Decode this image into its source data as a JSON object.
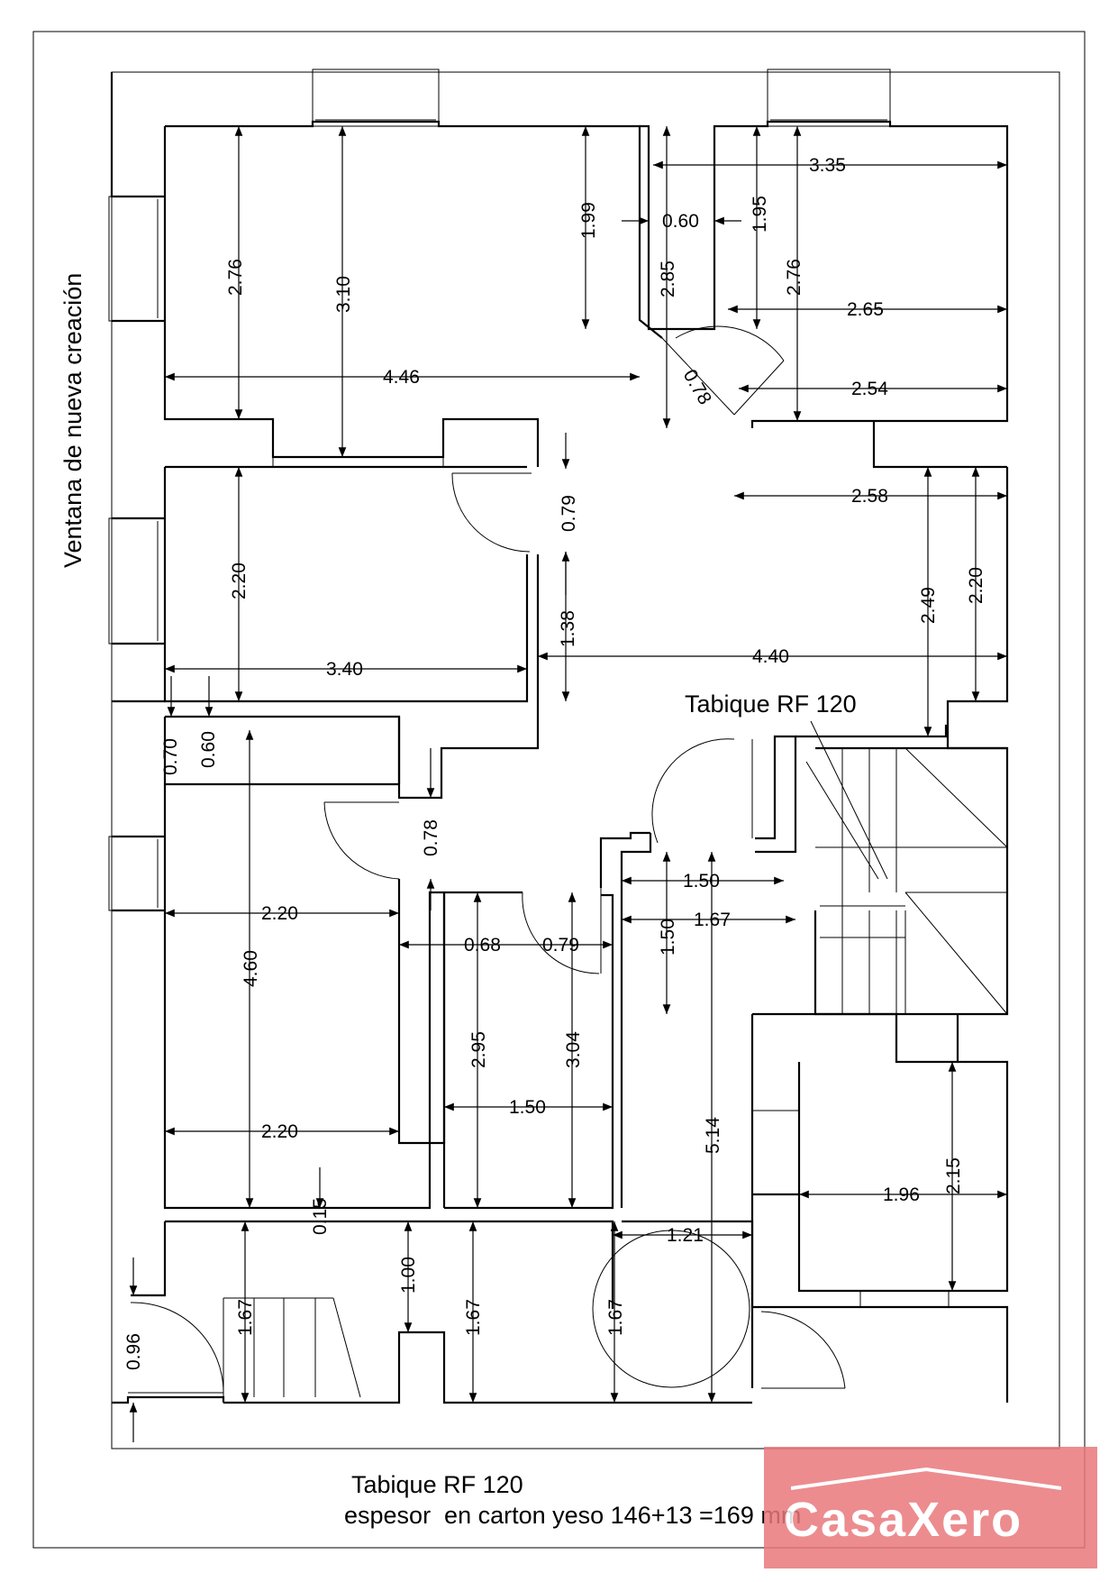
{
  "side_label": "Ventana de nueva creación",
  "partition_label": "Tabique RF 120",
  "note": {
    "line1": "Tabique RF 120",
    "line2": "espesor  en carton yeso 146+13 =169 mm"
  },
  "logo": {
    "text": "CasaXero",
    "color": "#e9787c"
  },
  "dimensions": {
    "d1": "3.35",
    "d2": "0.60",
    "d3": "1.95",
    "d4": "1.99",
    "d5": "2.76",
    "d6": "3.10",
    "d7": "2.85",
    "d8": "2.76",
    "d9": "2.65",
    "d10": "4.46",
    "d11": "0.78",
    "d12": "2.54",
    "d13": "2.58",
    "d14": "0.79",
    "d15": "2.20",
    "d16": "1.38",
    "d17": "2.49",
    "d18": "2.20",
    "d19": "3.40",
    "d20": "4.40",
    "d21": "0.70",
    "d22": "0.60",
    "d23": "0.78",
    "d24": "1.50",
    "d25": "1.67",
    "d26": "2.20",
    "d27": "4.60",
    "d28": "0.68",
    "d29": "0.79",
    "d30": "1.50",
    "d31": "2.95",
    "d32": "3.04",
    "d33": "1.50",
    "d34": "5.14",
    "d35": "2.20",
    "d36": "1.96",
    "d37": "2.15",
    "d38": "0.15",
    "d39": "1.21",
    "d40": "1.00",
    "d41": "1.67",
    "d42": "1.67",
    "d43": "1.67",
    "d44": "0.96"
  }
}
